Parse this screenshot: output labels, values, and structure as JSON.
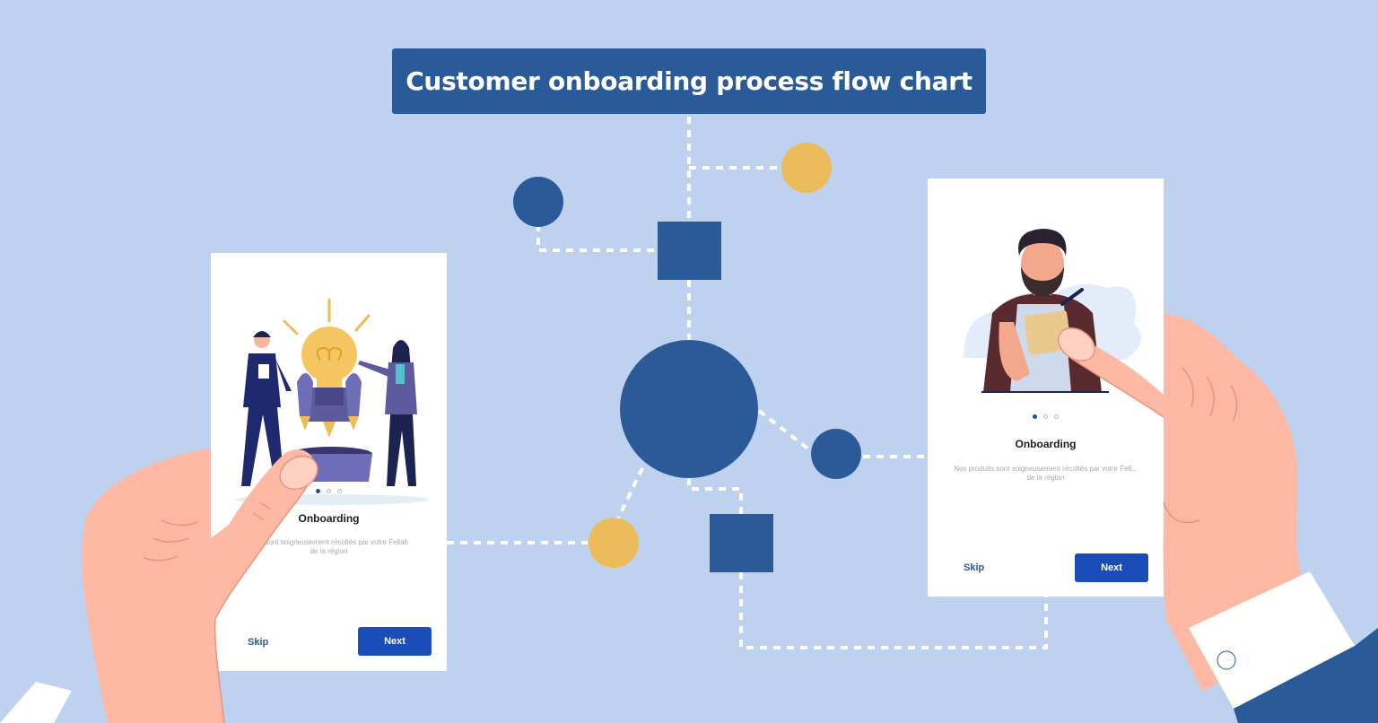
{
  "title": "Customer onboarding process flow chart",
  "colors": {
    "background": "#bed1ee",
    "primary": "#2a5b98",
    "accent": "#ecbc5a",
    "button": "#1b4db8",
    "skin": "#fdb9a3"
  },
  "phones": {
    "left": {
      "title": "Onboarding",
      "description_line1": "...os sont soigneusement récoltés par votre Fellah",
      "description_line2": "de la région",
      "skip_label": "Skip",
      "next_label": "Next",
      "pager_active": 1,
      "pager_count": 3,
      "illustration": "lightbulb-rocket-team-illustration"
    },
    "right": {
      "title": "Onboarding",
      "description_line1": "Nos produits sont soigneusement récoltés par votre Fell...",
      "description_line2": "de la région",
      "skip_label": "Skip",
      "next_label": "Next",
      "pager_active": 1,
      "pager_count": 3,
      "illustration": "bearded-man-notepad-illustration"
    }
  }
}
